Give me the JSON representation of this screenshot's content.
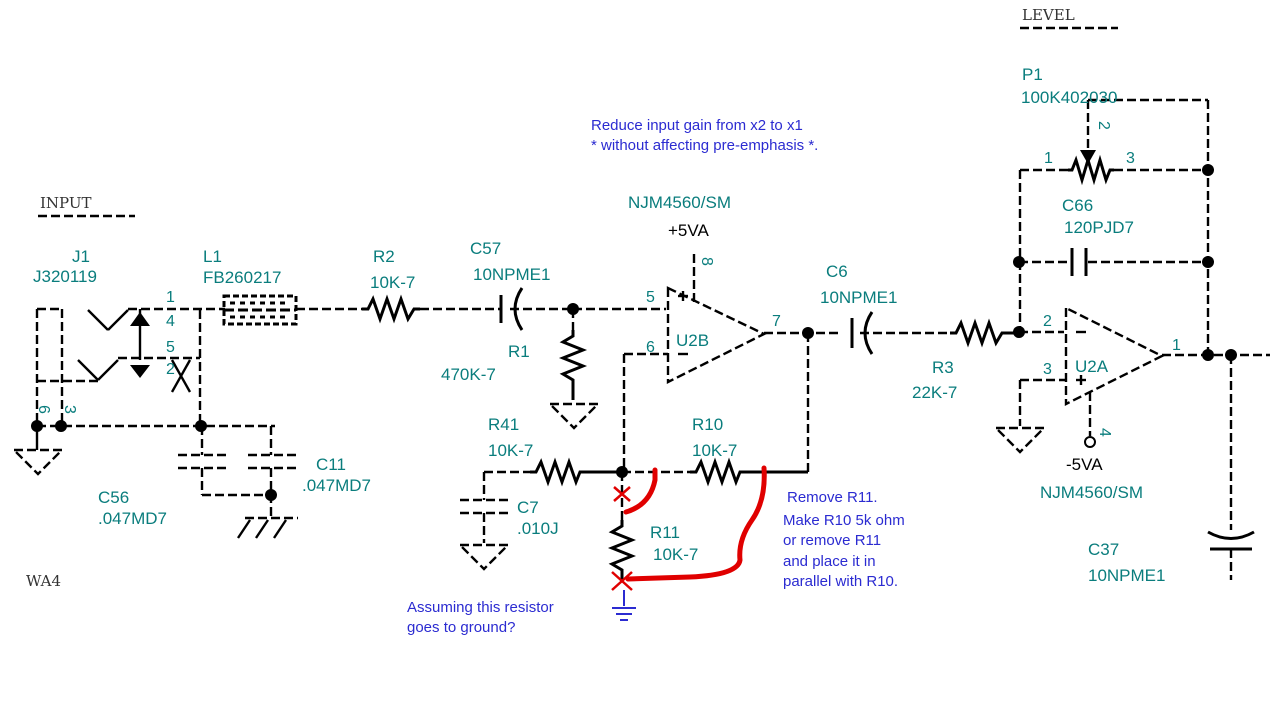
{
  "sections": {
    "input": "INPUT",
    "level": "LEVEL",
    "partial": "WA4"
  },
  "components": {
    "j1": {
      "ref": "J1",
      "value": "J320119"
    },
    "l1": {
      "ref": "L1",
      "value": "FB260217"
    },
    "r2": {
      "ref": "R2",
      "value": "10K-7"
    },
    "c57": {
      "ref": "C57",
      "value": "10NPME1"
    },
    "r1": {
      "ref": "R1",
      "value": "470K-7"
    },
    "u2b": {
      "part": "NJM4560/SM",
      "ref": "U2B",
      "supply": "+5VA"
    },
    "c6": {
      "ref": "C6",
      "value": "10NPME1"
    },
    "r3": {
      "ref": "R3",
      "value": "22K-7"
    },
    "r41": {
      "ref": "R41",
      "value": "10K-7"
    },
    "r10": {
      "ref": "R10",
      "value": "10K-7"
    },
    "r11": {
      "ref": "R11",
      "value": "10K-7"
    },
    "c7": {
      "ref": "C7",
      "value": ".010J"
    },
    "c11": {
      "ref": "C11",
      "value": ".047MD7"
    },
    "c56": {
      "ref": "C56",
      "value": ".047MD7"
    },
    "p1": {
      "ref": "P1",
      "value": "100K402030"
    },
    "c66": {
      "ref": "C66",
      "value": "120PJD7"
    },
    "u2a": {
      "part": "NJM4560/SM",
      "ref": "U2A",
      "supply": "-5VA"
    },
    "c37": {
      "ref": "C37",
      "value": "10NPME1"
    }
  },
  "pins": {
    "j1_1": "1",
    "j1_4": "4",
    "j1_5": "5",
    "j1_2": "2",
    "j1_6": "6",
    "j1_3": "3",
    "u2b_5": "5",
    "u2b_6": "6",
    "u2b_7": "7",
    "u2b_8": "8",
    "u2a_2": "2",
    "u2a_3": "3",
    "u2a_1": "1",
    "u2a_4": "4",
    "p1_1": "1",
    "p1_2": "2",
    "p1_3": "3"
  },
  "annotations": {
    "gain_note": [
      "Reduce input gain from x2 to x1",
      "* without affecting pre-emphasis *."
    ],
    "r11_note": [
      "Remove R11.",
      "Make R10 5k ohm",
      "or remove R11",
      "and place it in",
      "parallel with R10."
    ],
    "ground_note": [
      "Assuming this resistor",
      "goes to ground?"
    ]
  },
  "colors": {
    "component_label": "#0a7d7d",
    "annotation": "#2b2bd1",
    "markup": "#e00000"
  }
}
